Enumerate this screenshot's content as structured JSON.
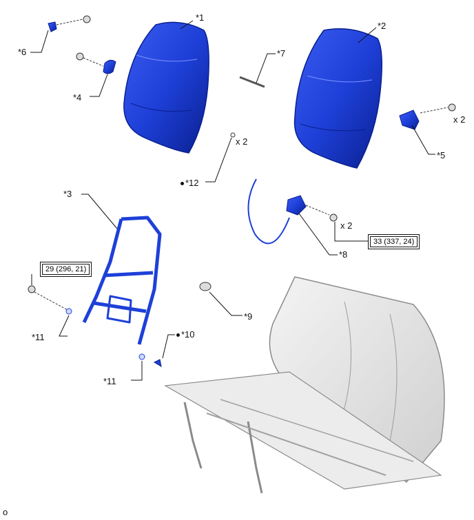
{
  "labels": {
    "p1": "*1",
    "p2": "*2",
    "p3": "*3",
    "p4": "*4",
    "p5": "*5",
    "p6": "*6",
    "p7": "*7",
    "p8": "*8",
    "p9": "*9",
    "p10": "*10",
    "p11a": "*11",
    "p11b": "*11",
    "p12": "*12"
  },
  "quantities": {
    "q12": "x 2",
    "q5": "x 2",
    "q8": "x 2"
  },
  "torques": {
    "t1": "29 (296, 21)",
    "t2": "33 (337, 24)"
  },
  "footer": {
    "code": "o"
  },
  "colors": {
    "part_blue": "#1e40d8",
    "part_blue_dark": "#0a1f8f",
    "seat_gray": "#e3e3e3",
    "seat_outline": "#8a8a8a"
  }
}
